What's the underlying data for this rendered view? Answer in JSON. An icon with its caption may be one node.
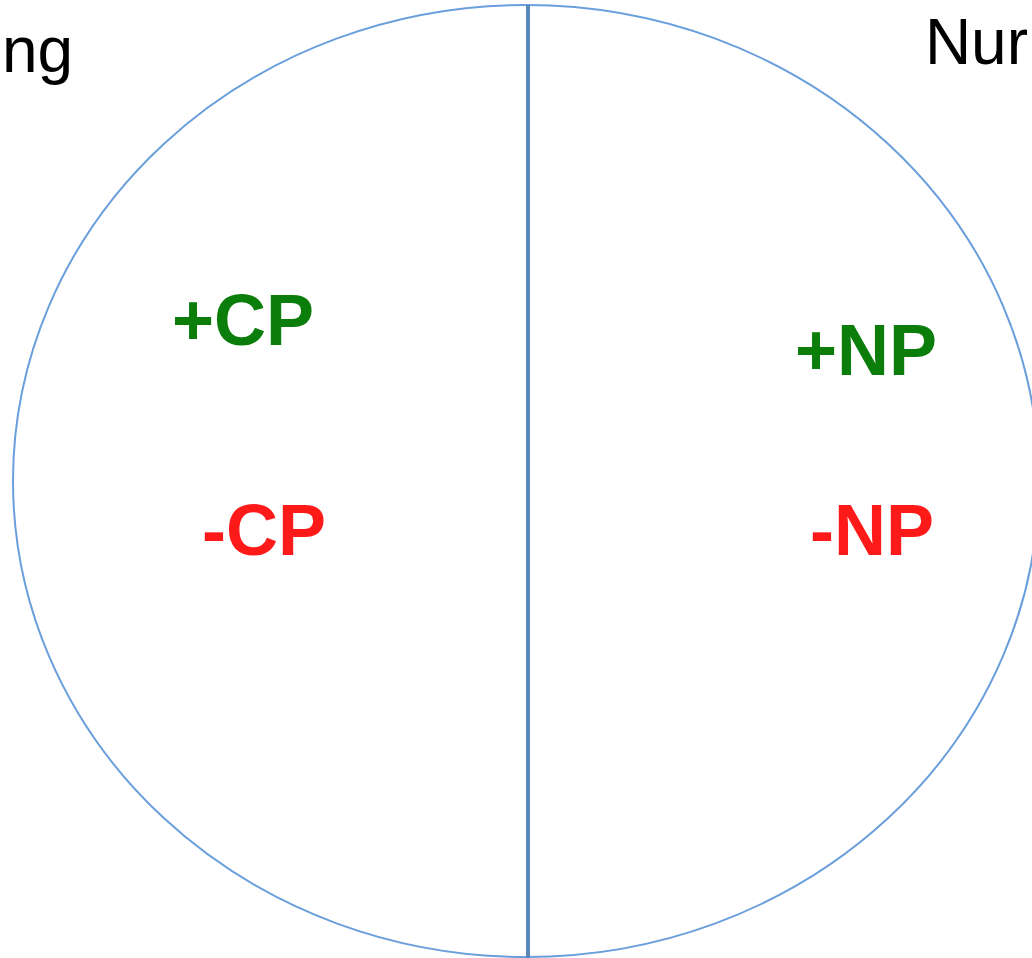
{
  "diagram": {
    "nodes": [
      {
        "text": [],
        "shape": "circle"
      },
      {
        "text": [
          "+CP",
          "-CP"
        ],
        "in": 0
      },
      {
        "text": [
          "+NP",
          "-NP"
        ],
        "in": 0
      }
    ],
    "labels": [
      "ng",
      "Nur"
    ]
  }
}
